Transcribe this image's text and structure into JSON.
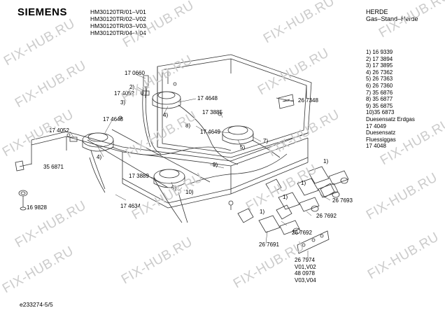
{
  "header": {
    "brand": "SIEMENS",
    "models": [
      "HM30120TR/01–V01",
      "HM30120TR/02–V02",
      "HM30120TR/03–V03",
      "HM30120TR/04–V04"
    ],
    "category": "HERDE",
    "subcategory": "Gas–Stand–Herde"
  },
  "parts_list": [
    "1) 16 9339",
    "2) 17 3894",
    "3) 17 3895",
    "4) 26 7362",
    "5) 26 7363",
    "6) 26 7360",
    "7) 35 6876",
    "8) 35 6877",
    "9) 35 6875",
    "10)35 6873",
    "Duesensatz Erdgas",
    "17 4049",
    "Duesensatz",
    "Fluessiggas",
    "17 4048"
  ],
  "callouts": {
    "c170660": "17 0660",
    "c2": "2)",
    "c174052a": "17 4052",
    "c3": "3)",
    "c174648a": "17 4648",
    "c4a": "4)",
    "c173885": "17 3885",
    "c8": "8)",
    "c174649": "17 4649",
    "c267348": "26 7348",
    "c174648b": "17 4648",
    "c174052b": "17 4052",
    "c4b": "4)",
    "c7": "7)",
    "c5": "5)",
    "c9": "9)",
    "c356871": "35 6871",
    "c173889": "17 3889",
    "c6": "6)",
    "c10": "10)",
    "c169828": "16 9828",
    "c174634": "17 4634",
    "c1a": "1)",
    "c1b": "1)",
    "c1c": "1)",
    "c1d": "1)",
    "c267693": "26 7693",
    "c267692a": "26 7692",
    "c267692b": "26 7692",
    "c267691": "26 7691",
    "c267974": "26 7974",
    "cv0102": "V01,V02",
    "c480978": "48 0978",
    "cv0304": "V03,V04"
  },
  "footer": {
    "doc_ref": "e233274-5/5"
  },
  "watermark_text": "FIX-HUB.RU"
}
